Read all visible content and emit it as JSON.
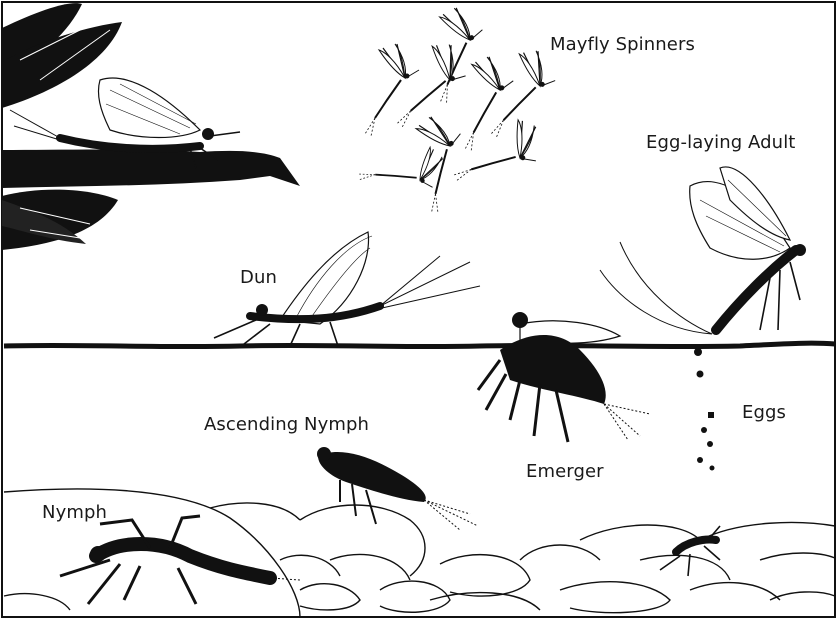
{
  "diagram": {
    "labels": {
      "spinners": "Mayfly Spinners",
      "egg_laying_adult": "Egg-laying Adult",
      "dun": "Dun",
      "ascending_nymph": "Ascending Nymph",
      "emerger": "Emerger",
      "eggs": "Eggs",
      "nymph": "Nymph"
    },
    "colors": {
      "ink": "#111111",
      "background": "#ffffff"
    }
  }
}
